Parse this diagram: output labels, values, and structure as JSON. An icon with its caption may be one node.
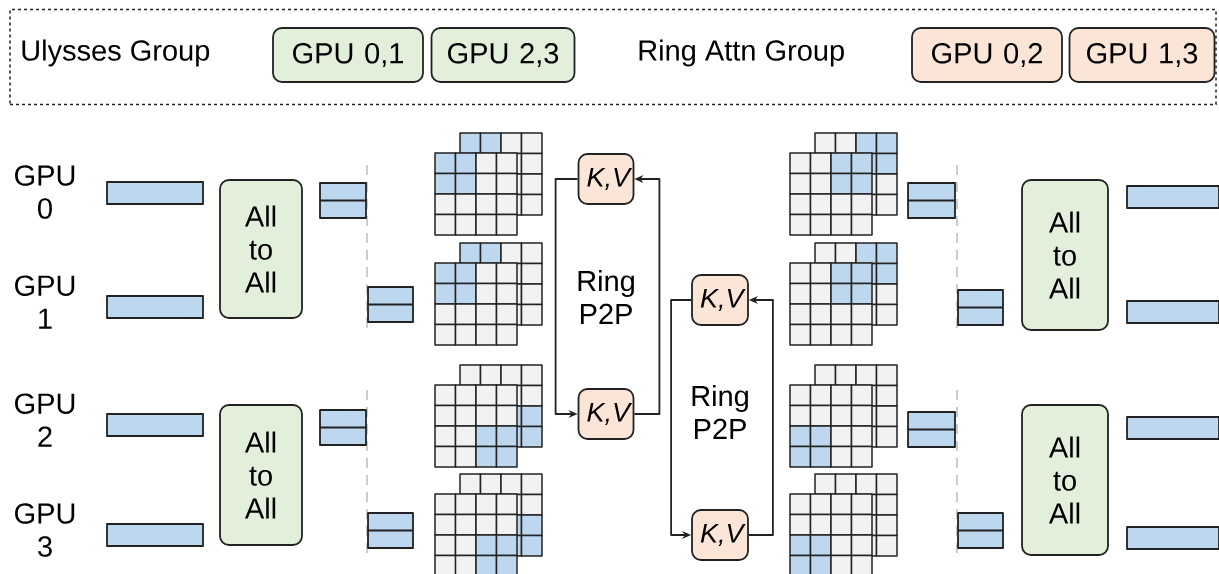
{
  "diagram": {
    "nodes": [
      {
        "text": [
          "Ulysses Group",
          "Ring Attn Group"
        ]
      },
      {
        "text": [
          "GPU 0,1"
        ],
        "in": 0
      },
      {
        "text": [
          "GPU 2,3"
        ],
        "in": 0
      },
      {
        "text": [
          "GPU 0,2"
        ],
        "in": 0
      },
      {
        "text": [
          "GPU 1,3"
        ],
        "in": 0
      },
      {
        "text": [
          "All to All"
        ]
      },
      {
        "text": [
          "All to All"
        ]
      },
      {
        "text": [
          "All to All"
        ]
      },
      {
        "text": [
          "All to All"
        ]
      },
      {
        "text": [
          "K,V"
        ]
      },
      {
        "text": [
          "K,V"
        ]
      },
      {
        "text": [
          "K,V"
        ]
      },
      {
        "text": [
          "K,V"
        ]
      },
      {
        "text": [],
        "shape": "bar"
      },
      {
        "text": [],
        "shape": "bar"
      },
      {
        "text": [],
        "shape": "bar"
      },
      {
        "text": [],
        "shape": "bar"
      },
      {
        "text": [],
        "shape": "bar"
      },
      {
        "text": [],
        "shape": "bar"
      },
      {
        "text": [],
        "shape": "bar"
      },
      {
        "text": [],
        "shape": "bar"
      },
      {
        "text": [],
        "shape": "bar"
      },
      {
        "text": [],
        "shape": "bar"
      },
      {
        "text": [],
        "shape": "bar"
      },
      {
        "text": [],
        "shape": "bar"
      },
      {
        "text": [],
        "shape": "bar"
      },
      {
        "text": [],
        "shape": "bar"
      },
      {
        "text": [],
        "shape": "bar"
      },
      {
        "text": [],
        "shape": "bar"
      }
    ],
    "edges": [
      {
        "from": 9,
        "to": 10,
        "arrow": "to"
      },
      {
        "from": 10,
        "to": 9,
        "arrow": "to"
      },
      {
        "from": 11,
        "to": 12,
        "arrow": "to"
      },
      {
        "from": 12,
        "to": 11,
        "arrow": "to"
      }
    ],
    "labels": [
      "GPU 0",
      "GPU 1",
      "GPU 2",
      "GPU 3",
      "Ring P2P",
      "Ring P2P"
    ]
  }
}
